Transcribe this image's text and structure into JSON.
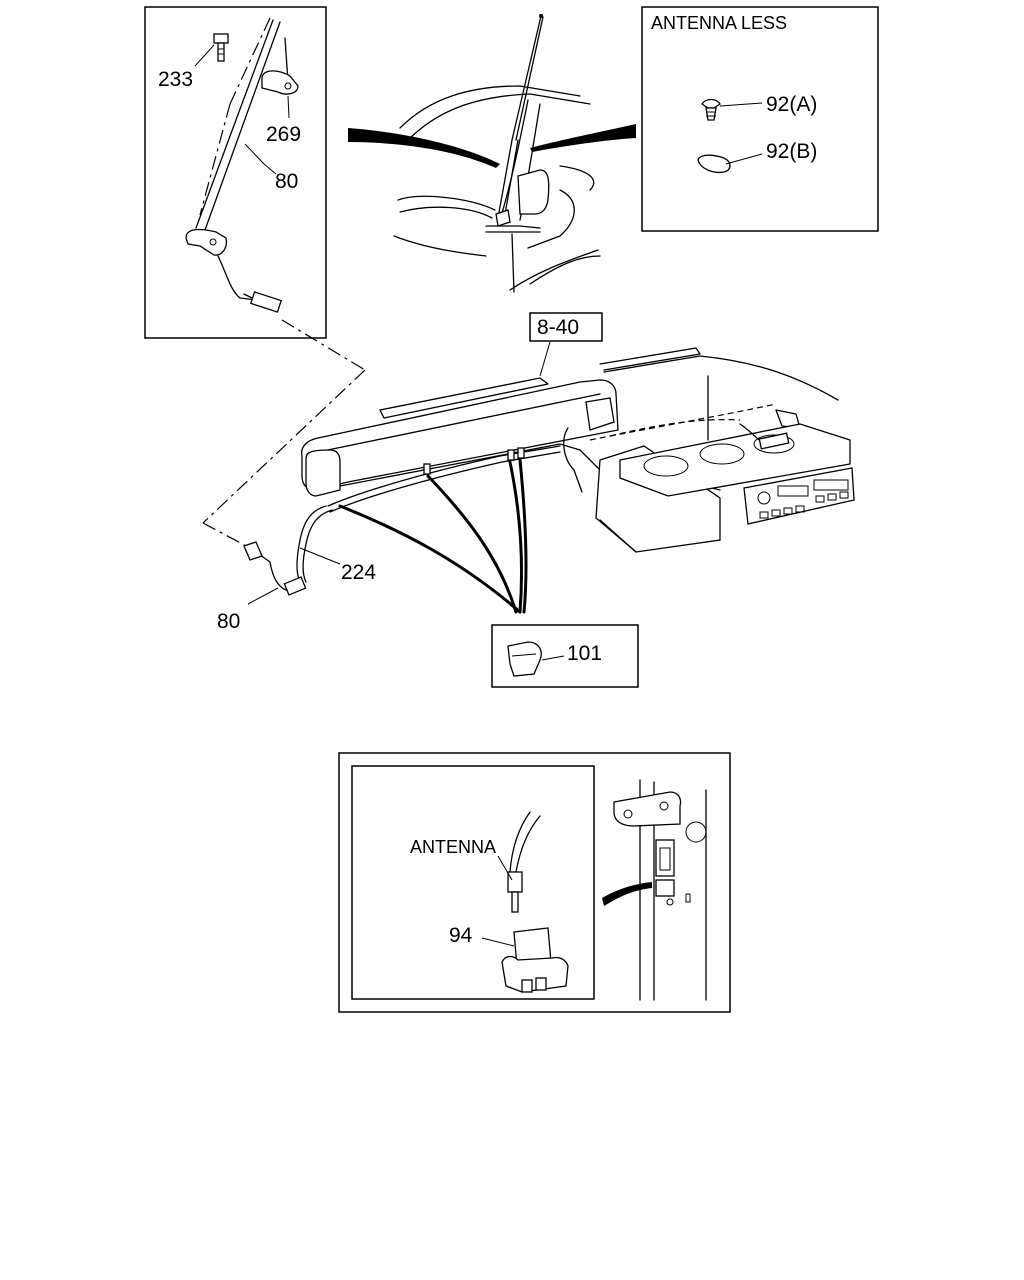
{
  "diagram": {
    "labels": {
      "p233": "233",
      "p269": "269",
      "p80_top": "80",
      "p80_bottom": "80",
      "p224": "224",
      "ref_8_40": "8-40",
      "p101": "101",
      "antenna_less_title": "ANTENNA LESS",
      "p92a": "92(A)",
      "p92b": "92(B)",
      "antenna": "ANTENNA",
      "p94": "94"
    }
  }
}
